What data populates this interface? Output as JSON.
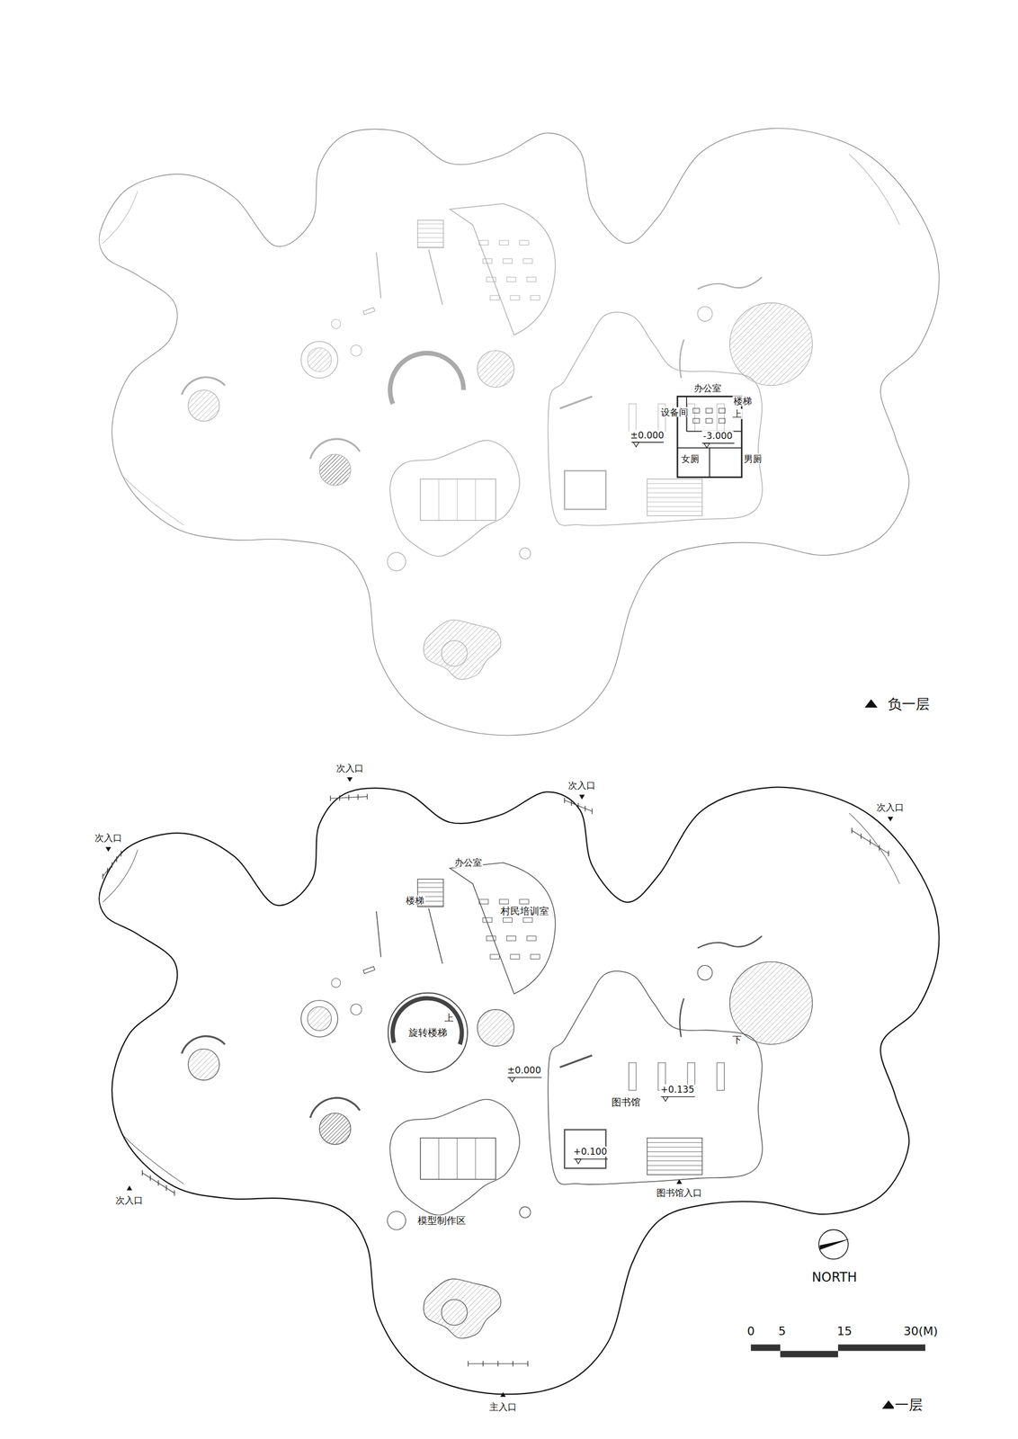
{
  "diagram": {
    "nodes": [
      {
        "text": [
          "旋转楼梯"
        ]
      }
    ],
    "labels": [
      "办公室",
      "楼梯",
      "设备间",
      "上",
      "±0.000",
      "-3.000",
      "女厕",
      "男厕",
      "负一层",
      "次入口",
      "次入口",
      "次入口",
      "次入口",
      "办公室",
      "楼梯",
      "村民培训室",
      "上",
      "下",
      "±0.000",
      "+0.135",
      "图书馆",
      "+0.100",
      "图书馆入口",
      "次入口",
      "模型制作区",
      "NORTH",
      "0",
      "5",
      "15",
      "30(M)",
      "主入口",
      "一层"
    ]
  }
}
